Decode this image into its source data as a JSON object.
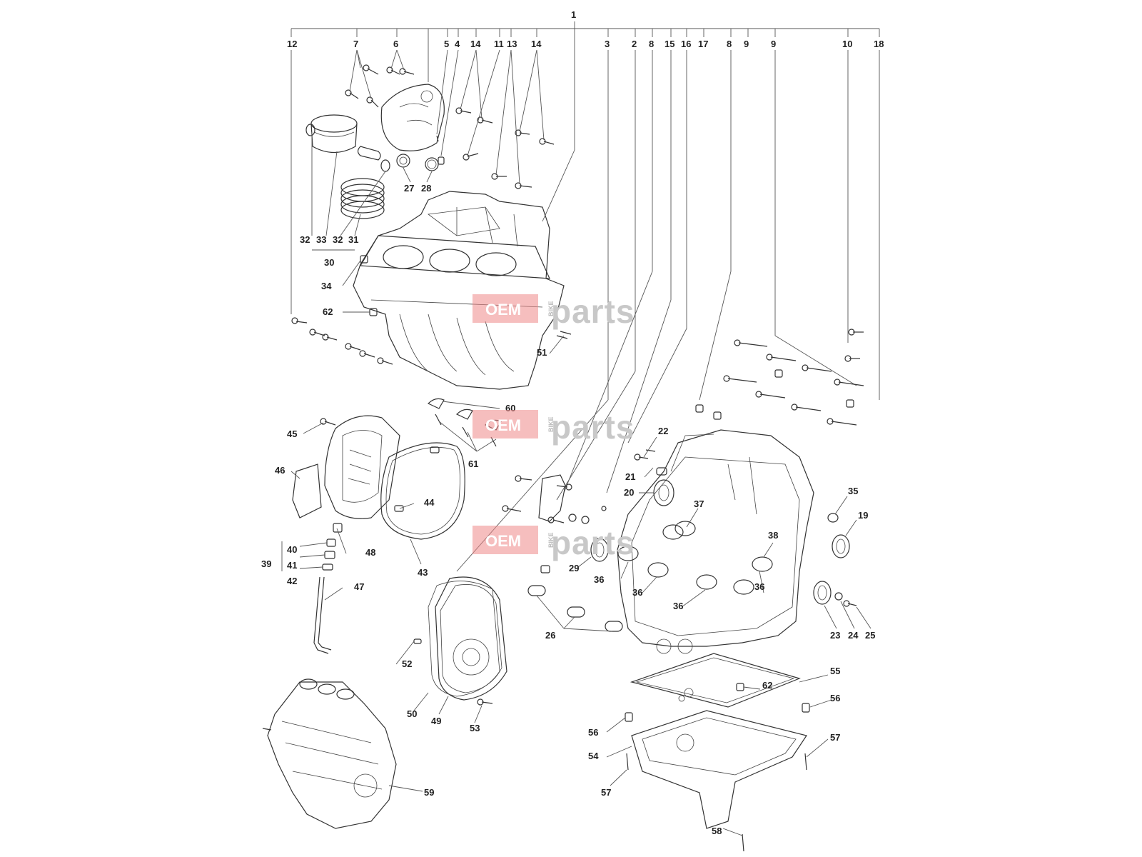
{
  "top_labels": [
    "1",
    "12",
    "7",
    "6",
    "5",
    "4",
    "14",
    "11",
    "13",
    "14",
    "3",
    "2",
    "8",
    "15",
    "16",
    "17",
    "8",
    "9",
    "9",
    "10",
    "18"
  ],
  "callouts": [
    "22",
    "21",
    "20",
    "37",
    "35",
    "19",
    "38",
    "29",
    "36",
    "36",
    "36",
    "36",
    "23",
    "24",
    "25",
    "26",
    "55",
    "62",
    "56",
    "56",
    "54",
    "57",
    "57",
    "58",
    "59",
    "45",
    "46",
    "44",
    "43",
    "39",
    "40",
    "41",
    "42",
    "48",
    "47",
    "52",
    "50",
    "49",
    "53",
    "60",
    "61",
    "51",
    "62",
    "34",
    "27",
    "28",
    "32",
    "33",
    "32",
    "31",
    "30"
  ],
  "watermark": {
    "oem": "OEM",
    "bike": "BIKE",
    "parts": "parts"
  }
}
